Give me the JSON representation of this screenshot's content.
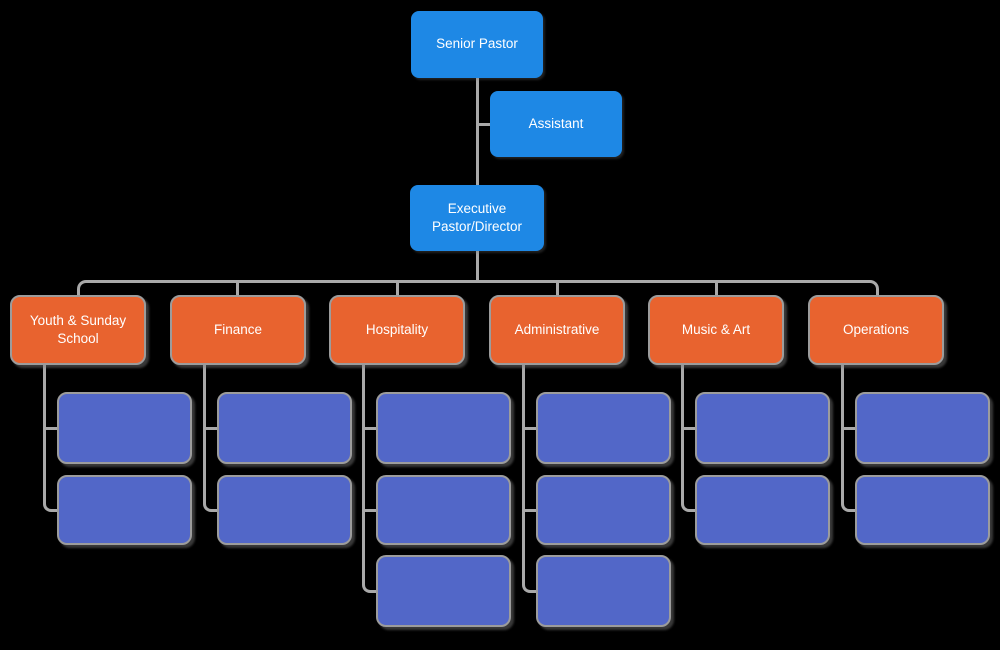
{
  "canvas": {
    "background": "#000000"
  },
  "colors": {
    "executive_node_fill": "#1e88e5",
    "department_node_fill": "#e8632f",
    "staff_node_fill": "#5267c8",
    "connector_line": "#a9a9a9",
    "node_border": "#9c9c9c",
    "label_text": "#ffffff"
  },
  "org_chart": {
    "type": "org-tree",
    "root": {
      "label": "Senior Pastor"
    },
    "assistant": {
      "label": "Assistant"
    },
    "executive": {
      "label": "Executive Pastor/Director"
    },
    "departments": [
      {
        "label": "Youth & Sunday School",
        "staff_count": 2
      },
      {
        "label": "Finance",
        "staff_count": 2
      },
      {
        "label": "Hospitality",
        "staff_count": 3
      },
      {
        "label": "Administrative",
        "staff_count": 3
      },
      {
        "label": "Music & Art",
        "staff_count": 2
      },
      {
        "label": "Operations",
        "staff_count": 2
      }
    ],
    "unlabeled_staff_boxes_total": 14
  }
}
